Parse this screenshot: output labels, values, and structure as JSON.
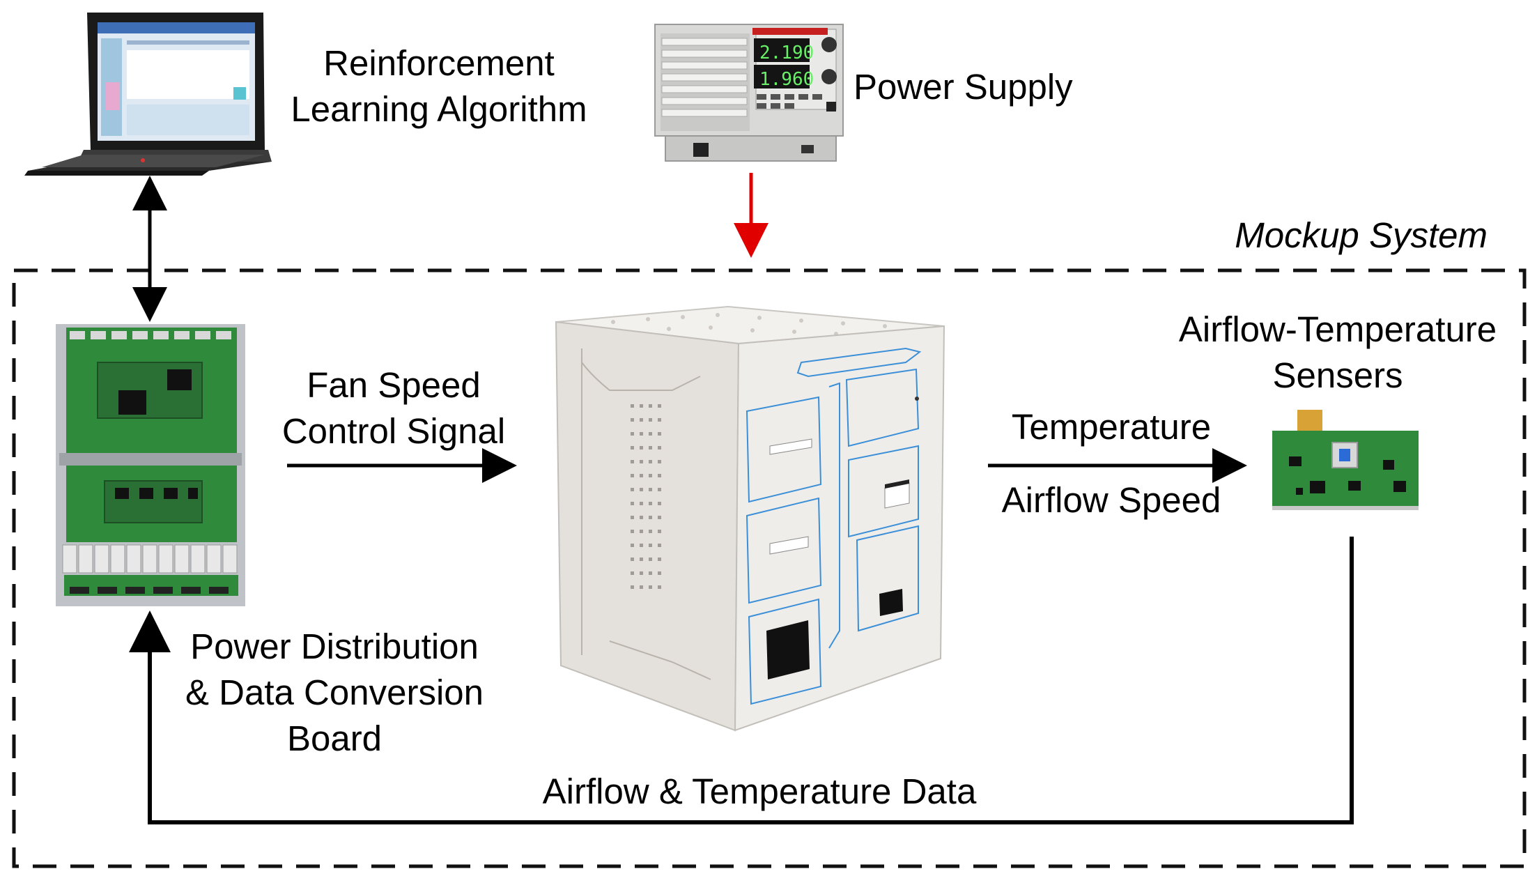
{
  "diagram": {
    "title": "",
    "mockup_system_label": "Mockup System",
    "nodes": {
      "laptop": {
        "label_line1": "Reinforcement",
        "label_line2": "Learning Algorithm",
        "icon": "laptop-icon"
      },
      "power_supply": {
        "label": "Power Supply",
        "display_top": "2.190",
        "display_bottom": "1.960",
        "icon": "power-supply-icon"
      },
      "board": {
        "label_line1": "Power Distribution",
        "label_line2": "& Data Conversion",
        "label_line3": "Board",
        "icon": "circuit-board-icon"
      },
      "cabinet": {
        "icon": "server-cabinet-icon"
      },
      "sensors": {
        "label_line1": "Airflow-Temperature",
        "label_line2": "Sensers",
        "icon": "sensor-board-icon"
      }
    },
    "edges": {
      "fan_speed": {
        "label_line1": "Fan Speed",
        "label_line2": "Control Signal"
      },
      "measurements": {
        "label_top": "Temperature",
        "label_bottom": "Airflow Speed"
      },
      "feedback": {
        "label": "Airflow & Temperature Data"
      }
    },
    "colors": {
      "power_arrow": "#e00000",
      "arrow": "#000000",
      "pcb": "#2f8a3c",
      "cabinet": "#ebe8e4",
      "cabinet_trim": "#3a8fd8"
    }
  }
}
